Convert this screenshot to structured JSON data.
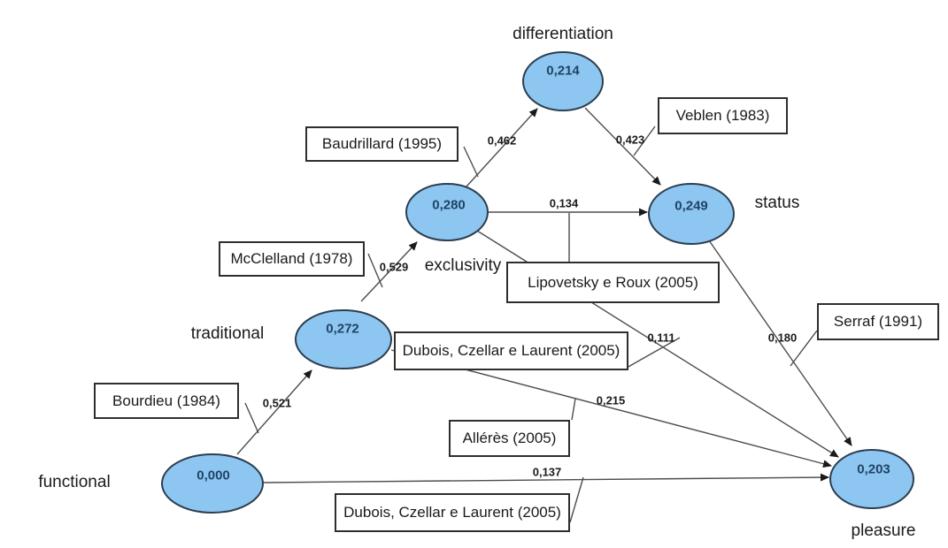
{
  "diagram": {
    "type": "path-model",
    "colors": {
      "node_fill": "#8DC6F1",
      "node_border": "#2C3E50",
      "line": "#4D4D4D",
      "box_border": "#2E2E2E",
      "node_value_text": "#1F4466"
    },
    "nodes": [
      {
        "id": "differentiation",
        "label": "differentiation",
        "value": "0,214"
      },
      {
        "id": "exclusivity",
        "label": "exclusivity",
        "value": "0,280"
      },
      {
        "id": "status",
        "label": "status",
        "value": "0,249"
      },
      {
        "id": "traditional",
        "label": "traditional",
        "value": "0,272"
      },
      {
        "id": "functional",
        "label": "functional",
        "value": "0,000"
      },
      {
        "id": "pleasure",
        "label": "pleasure",
        "value": "0,203"
      }
    ],
    "edges": [
      {
        "from": "exclusivity",
        "to": "differentiation",
        "weight": "0,462"
      },
      {
        "from": "differentiation",
        "to": "status",
        "weight": "0,423"
      },
      {
        "from": "exclusivity",
        "to": "status",
        "weight": "0,134"
      },
      {
        "from": "traditional",
        "to": "exclusivity",
        "weight": "0,529"
      },
      {
        "from": "functional",
        "to": "traditional",
        "weight": "0,521"
      },
      {
        "from": "exclusivity",
        "to": "pleasure",
        "weight": "0,111"
      },
      {
        "from": "status",
        "to": "pleasure",
        "weight": "0,180"
      },
      {
        "from": "traditional",
        "to": "pleasure",
        "weight": "0,215"
      },
      {
        "from": "functional",
        "to": "pleasure",
        "weight": "0,137"
      }
    ],
    "references": [
      {
        "label": "Veblen (1983)",
        "edge": "differentiation → status"
      },
      {
        "label": "Baudrillard (1995)",
        "edge": "exclusivity → differentiation"
      },
      {
        "label": "McClelland (1978)",
        "edge": "traditional → exclusivity"
      },
      {
        "label": "Lipovetsky e Roux (2005)",
        "edge": "exclusivity → status"
      },
      {
        "label": "Dubois, Czellar e Laurent (2005)",
        "edge": "exclusivity → pleasure"
      },
      {
        "label": "Serraf (1991)",
        "edge": "status → pleasure"
      },
      {
        "label": "Bourdieu (1984)",
        "edge": "functional → traditional"
      },
      {
        "label": "Allérès (2005)",
        "edge": "traditional → pleasure"
      },
      {
        "label": "Dubois, Czellar e Laurent (2005)",
        "edge": "functional → pleasure"
      }
    ]
  }
}
